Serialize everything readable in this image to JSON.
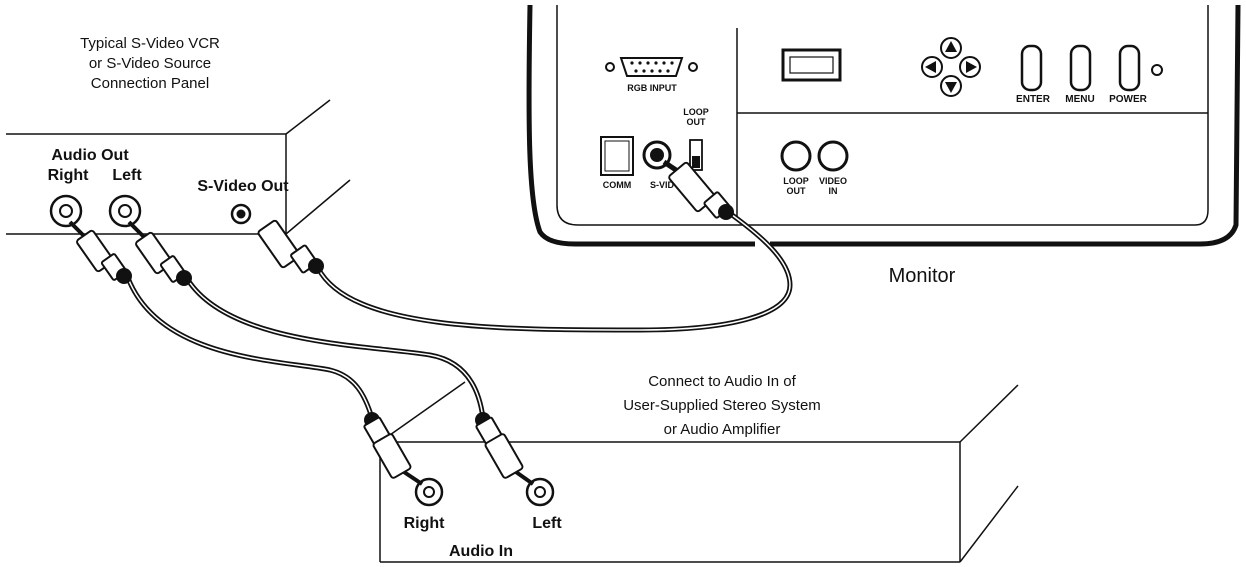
{
  "vcr": {
    "title_lines": [
      "Typical S-Video VCR",
      "or S-Video Source",
      "Connection Panel"
    ],
    "audio_out": "Audio Out",
    "right": "Right",
    "left": "Left",
    "svideo_out": "S-Video Out"
  },
  "monitor": {
    "name": "Monitor",
    "rgb_input": "RGB INPUT",
    "loop_out_top": [
      "LOOP",
      "OUT"
    ],
    "comm": "COMM",
    "svid": "S-VID",
    "loop_out_jack": [
      "LOOP",
      "OUT"
    ],
    "video_in": [
      "VIDEO",
      "IN"
    ],
    "enter": "ENTER",
    "menu": "MENU",
    "power": "POWER"
  },
  "stereo": {
    "title_lines": [
      "Connect to Audio In of",
      "User-Supplied Stereo System",
      "or Audio Amplifier"
    ],
    "right": "Right",
    "left": "Left",
    "audio_in": "Audio In"
  }
}
